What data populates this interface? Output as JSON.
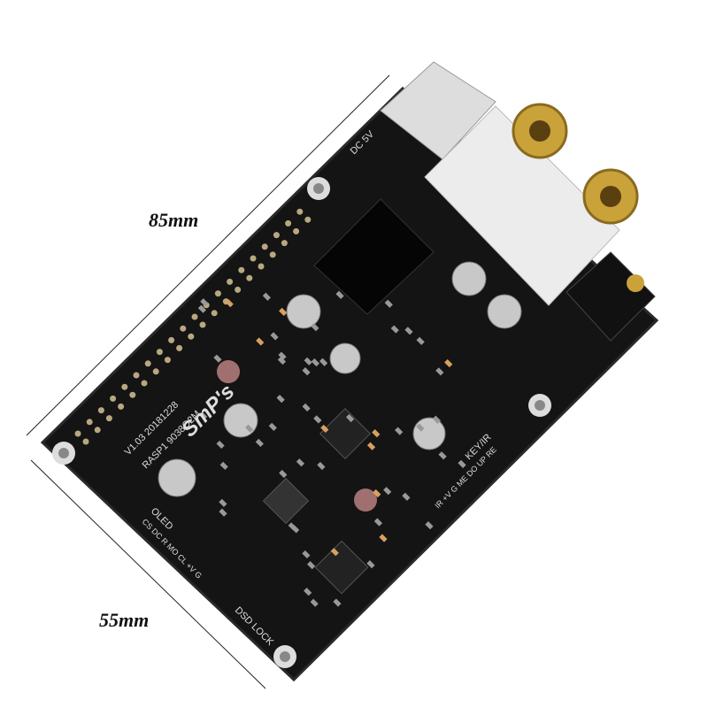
{
  "dimensions": {
    "length_label": "85mm",
    "width_label": "55mm"
  },
  "board": {
    "color": "#141414",
    "silkscreen": {
      "logo": "SmP's",
      "version": "V1.03 20181228",
      "model": "RASP1 9038Q2M",
      "power": "DC 5V",
      "oled_header": "OLED",
      "oled_pins": "CS DC R MO CL +V G",
      "key_header": "KEY/IR",
      "key_pins": "IR +V G ME DO UP RE",
      "leds": "DSD LOCK"
    }
  },
  "colors": {
    "gold": "#c9a23a",
    "connector_white": "#ececec",
    "pin": "#b8a880",
    "capacitor": "#c8c8c8"
  }
}
